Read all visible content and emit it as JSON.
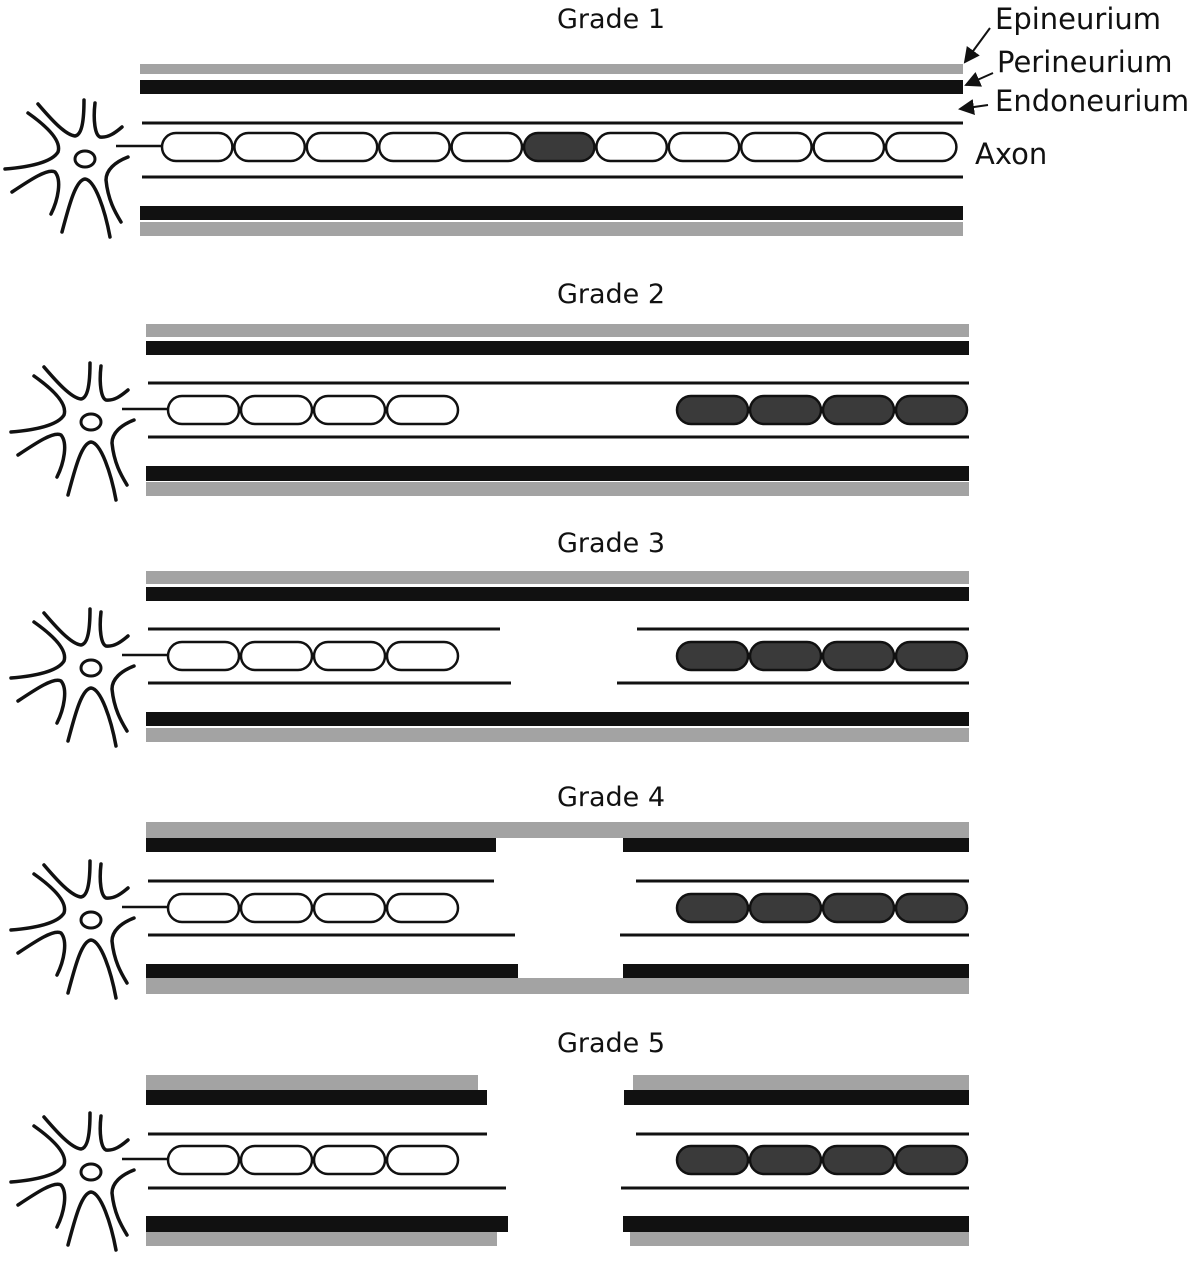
{
  "colors": {
    "epineurium": "#a3a3a3",
    "perineurium": "#111111",
    "axon_intact": "#ffffff",
    "axon_degenerated": "#3a3a3a",
    "line": "#111111"
  },
  "labels": {
    "epineurium": "Epineurium",
    "perineurium": "Perineurium",
    "endoneurium": "Endoneurium",
    "axon": "Axon"
  },
  "grades": [
    {
      "title": "Grade 1",
      "proximal_segments": 11,
      "degenerated_segment_index": 5,
      "distal_degenerated_segments": 0
    },
    {
      "title": "Grade 2",
      "proximal_segments": 4,
      "distal_degenerated_segments": 4
    },
    {
      "title": "Grade 3",
      "proximal_segments": 4,
      "distal_degenerated_segments": 4
    },
    {
      "title": "Grade 4",
      "proximal_segments": 4,
      "distal_degenerated_segments": 4
    },
    {
      "title": "Grade 5",
      "proximal_segments": 4,
      "distal_degenerated_segments": 4
    }
  ]
}
